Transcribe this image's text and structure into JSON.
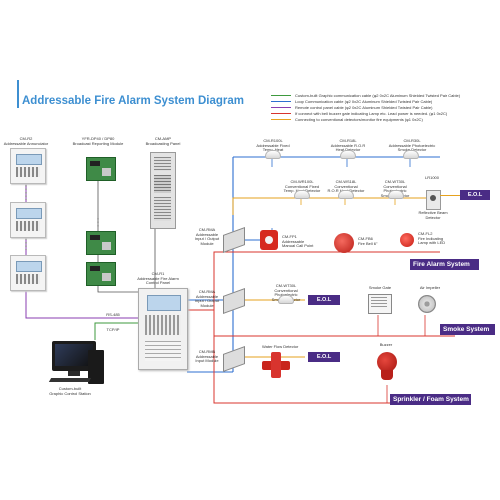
{
  "title": "Addressable Fire Alarm System Diagram",
  "legend": [
    {
      "text": "Custom-built Graphic communication cable (φ2 0x2C Aluminum Shielded Twisted Pair Cable)",
      "color": "#3e9a3e"
    },
    {
      "text": "Loop Communication cable (φ2 0x2C Aluminum Shielded Twisted Pair Cable)",
      "color": "#2e6fd0"
    },
    {
      "text": "Remote control panel cable (φ2 0x2C Aluminum Shielded Twisted Pair Cable)",
      "color": "#8a3db0"
    },
    {
      "text": "If connect with bell buzzer gate indicating Lamp etc. Lead power is needed. (φ1 0x2C)",
      "color": "#d8342e"
    },
    {
      "text": "Connecting to conventional detectors/monitor fire equipments (φ1 0x2C)",
      "color": "#e6a21e"
    }
  ],
  "devices": {
    "cm_r2": "CM-R2\nAddressable Annunciator",
    "yfr": "YFR-DP40 / DP80\nBroadcast Reporting Module",
    "cm_amp": "CM-AMP\nBroadcasting Panel",
    "cm_r1": "CM-R1\nAddressable Fire Alarm\nControl Panel",
    "rs485": "RS-485",
    "tcpip": "TCP/IP",
    "station": "Custom-built\nGraphic Control Station",
    "cm_r100l": "CM-R100L\nAddressable Fixed\nTemp. Heat Detector",
    "cm_r18l": "CM-R18L\nAddressable R.O.R\nHeat Detector",
    "cm_r30l": "CM-R30L\nAddressable Photoelectric\nSmoke Detector",
    "cm_wr100l": "CM-WR100L\nConventional Fixed\nTemp. Heat Detector",
    "cm_ws18l": "CM-WS18L\nConventional\nR.O.R Heat Detector",
    "cm_wt30l_top": "CM-WT30L\nConventional\nPhotoelectric\nSmoke Detector",
    "lr1000": "LR1000",
    "beam": "Reflective Beam\nDetector",
    "rma_1": "CM-RMA\nAddressable\nInput / Output\nModule",
    "fp1": "CM-FP1\nAddressable\nManual Call Point",
    "fb6": "CM-FB6\nFire Bell 6\"",
    "fl2": "CM-FL2\nFire Indicating\nLamp with LED",
    "rma_2": "CM-RMA\nAddressable\nInput / Output\nModule",
    "cm_wt30l_mid": "CM-WT30L\nConventional\nPhotoelectric\nSmoke Detector",
    "smoke_gate": "Smoke Gate",
    "air_impeller": "Air Impeller",
    "rmb": "CM-RMB\nAddressable\nInput Module",
    "water_flow": "Water Flow Detector",
    "buzzer": "Buzzer"
  },
  "eol_label": "E.O.L",
  "systems": {
    "fire_alarm": "Fire Alarm System",
    "smoke": "Smoke System",
    "sprinkler": "Sprinkler / Foam System"
  }
}
